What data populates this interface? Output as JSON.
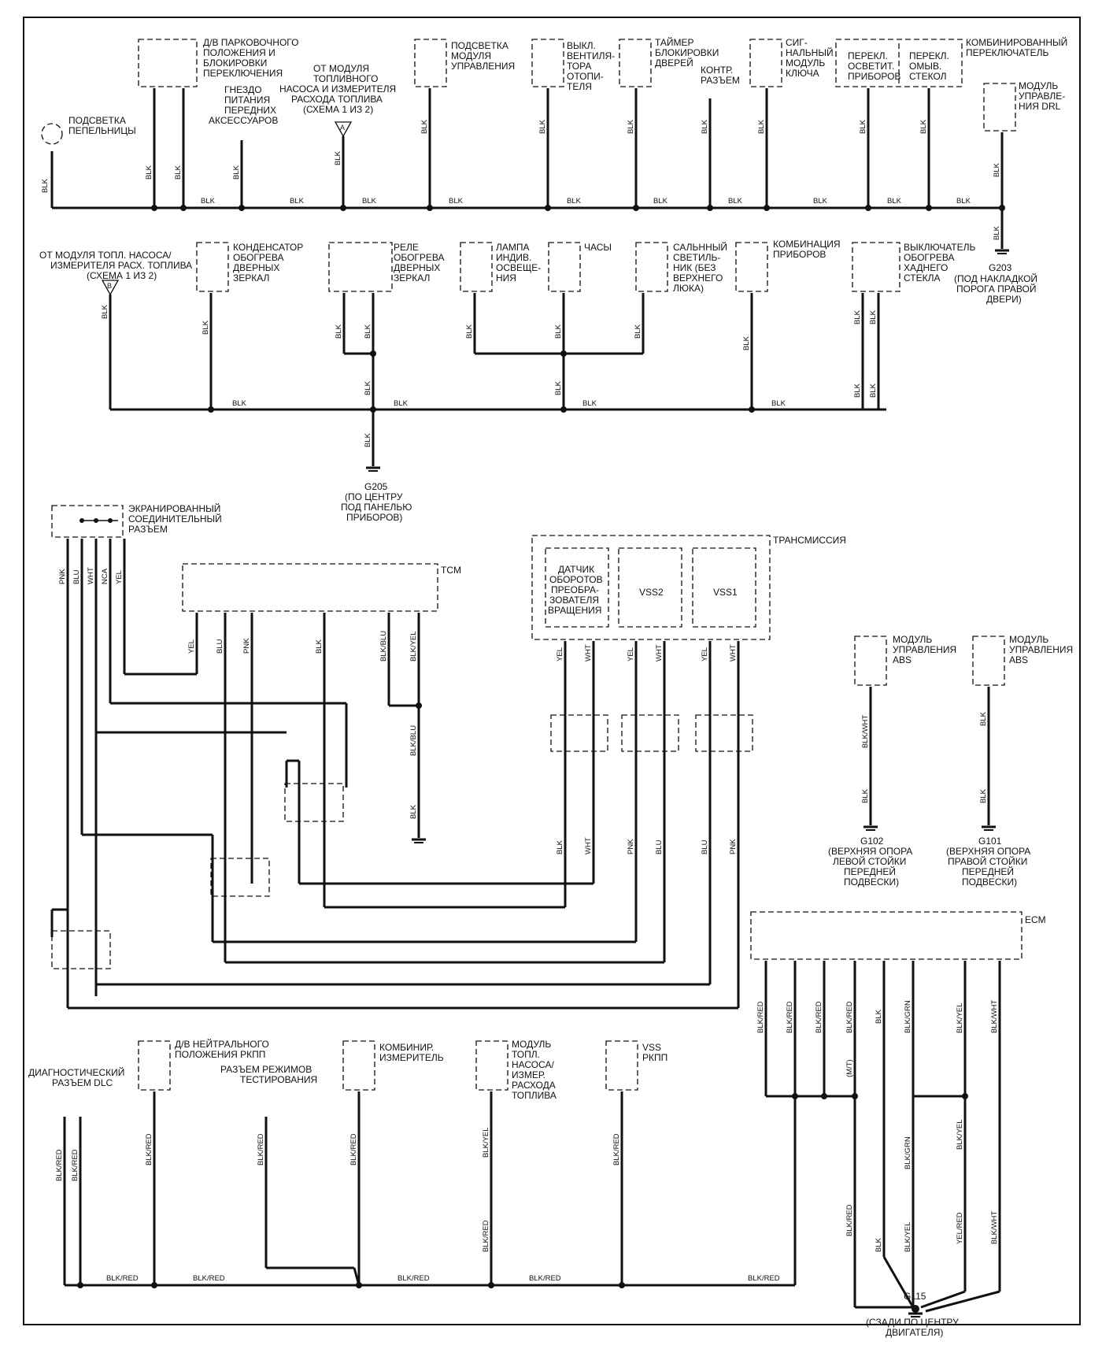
{
  "wire": {
    "blk": "BLK",
    "blk_red": "BLK/RED",
    "blk_yel": "BLK/YEL",
    "blk_blu": "BLK/BLU",
    "blk_wht": "BLK/WHT",
    "blk_grn": "BLK/GRN",
    "yel": "YEL",
    "wht": "WHT",
    "pnk": "PNK",
    "blu": "BLU",
    "nca": "NCA",
    "yel_red": "YEL/RED",
    "mt": "(M/T)"
  },
  "top": {
    "ashtray": [
      "ПОДСВЕТКА",
      "ПЕПЕЛЬНИЦЫ"
    ],
    "park_sw": [
      "Д/В ПАРКОВОЧНОГО",
      "ПОЛОЖЕНИЯ И",
      "БЛОКИРОВКИ",
      "ПЕРЕКЛЮЧЕНИЯ"
    ],
    "socket": [
      "ГНЕЗДО",
      "ПИТАНИЯ",
      "ПЕРЕДНИХ",
      "АКСЕССУАРОВ"
    ],
    "fuel_mod": [
      "ОТ МОДУЛЯ",
      "ТОПЛИВНОГО",
      "НАСОСА И ИЗМЕРИТЕЛЯ",
      "РАСХОДА ТОПЛИВА",
      "(СХЕМА 1 ИЗ 2)"
    ],
    "ctrl_mod": [
      "ПОДСВЕТКА",
      "МОДУЛЯ",
      "УПРАВЛЕНИЯ"
    ],
    "heater_sw": [
      "ВЫКЛ.",
      "ВЕНТИЛЯ-",
      "ТОРА",
      "ОТОПИ-",
      "ТЕЛЯ"
    ],
    "door_timer": [
      "ТАЙМЕР",
      "БЛОКИРОВКИ",
      "ДВЕРЕЙ"
    ],
    "test_conn": [
      "КОНТР.",
      "РАЗЪЕМ"
    ],
    "key_mod": [
      "СИГ-",
      "НАЛЬНЫЙ",
      "МОДУЛЬ",
      "КЛЮЧА"
    ],
    "combo_sw": [
      "КОМБИНИРОВАННЫЙ",
      "ПЕРЕКЛЮЧАТЕЛЬ"
    ],
    "dimmer": [
      "ПЕРЕКЛ.",
      "ОСВЕТИТ.",
      "ПРИБОРОВ"
    ],
    "washer": [
      "ПЕРЕКЛ.",
      "ОМЫВ.",
      "СТЕКОЛ"
    ],
    "drl": [
      "МОДУЛЬ",
      "УПРАВЛЕ-",
      "НИЯ DRL"
    ],
    "g203": [
      "G203",
      "(ПОД НАКЛАДКОЙ",
      "ПОРОГА ПРАВОЙ",
      "ДВЕРИ)"
    ]
  },
  "mid": {
    "fuel_mod2": [
      "ОТ МОДУЛЯ ТОПЛ. НАСОСА/",
      "ИЗМЕРИТЕЛЯ РАСХ. ТОПЛИВА",
      "(СХЕМА 1 ИЗ 2)"
    ],
    "mirror_cap": [
      "КОНДЕНСАТОР",
      "ОБОГРЕВА",
      "ДВЕРНЫХ",
      "ЗЕРКАЛ"
    ],
    "mirror_relay": [
      "РЕЛЕ",
      "ОБОГРЕВА",
      "ДВЕРНЫХ",
      "ЗЕРКАЛ"
    ],
    "lamp": [
      "ЛАМПА",
      "ИНДИВ.",
      "ОСВЕЩЕ-",
      "НИЯ"
    ],
    "clock": [
      "ЧАСЫ"
    ],
    "dome": [
      "САЛЬННЫЙ",
      "СВЕТИЛЬ-",
      "НИК (БЕЗ",
      "ВЕРХНЕГО",
      "ЛЮКА)"
    ],
    "cluster": [
      "КОМБИНАЦИЯ",
      "ПРИБОРОВ"
    ],
    "defog": [
      "ВЫКЛЮЧАТЕЛЬ",
      "ОБОГРЕВА",
      "ХАДНЕГО",
      "СТЕКЛА"
    ],
    "g205": [
      "G205",
      "(ПО ЦЕНТРУ",
      "ПОД ПАНЕЛЬЮ",
      "ПРИБОРОВ)"
    ]
  },
  "trans": {
    "shield": [
      "ЭКРАНИРОВАННЫЙ",
      "СОЕДИНИТЕЛЬНЫЙ",
      "РАЗЪЕМ"
    ],
    "tcm": "TCM",
    "trans": "ТРАНСМИССИЯ",
    "ts_sensor": [
      "ДАТЧИК",
      "ОБОРОТОВ",
      "ПРЕОБРА-",
      "ЗОВАТЕЛЯ",
      "ВРАЩЕНИЯ"
    ],
    "vss2": "VSS2",
    "vss1": "VSS1",
    "abs_l": [
      "МОДУЛЬ",
      "УПРАВЛЕНИЯ",
      "ABS"
    ],
    "abs_r": [
      "МОДУЛЬ",
      "УПРАВЛЕНИЯ",
      "ABS"
    ],
    "g102": [
      "G102",
      "(ВЕРХНЯЯ ОПОРА",
      "ЛЕВОЙ СТОЙКИ",
      "ПЕРЕДНЕЙ",
      "ПОДВЕСКИ)"
    ],
    "g101": [
      "G101",
      "(ВЕРХНЯЯ ОПОРА",
      "ПРАВОЙ СТОЙКИ",
      "ПЕРЕДНЕЙ",
      "ПОДВЕСКИ)"
    ],
    "ecm": "ECM"
  },
  "bot": {
    "dlc": [
      "ДИАГНОСТИЧЕСКИЙ",
      "РАЗЪЕМ DLC"
    ],
    "neutral": [
      "Д/В НЕЙТРАЛЬНОГО",
      "ПОЛОЖЕНИЯ РКПП"
    ],
    "test_mode": [
      "РАЗЪЕМ РЕЖИМОВ",
      "ТЕСТИРОВАНИЯ"
    ],
    "gauge": [
      "КОМБИНИР.",
      "ИЗМЕРИТЕЛЬ"
    ],
    "fuel_pump": [
      "МОДУЛЬ",
      "ТОПЛ.",
      "НАСОСА/",
      "ИЗМЕР.",
      "РАСХОДА",
      "ТОПЛИВА"
    ],
    "vss_mt": [
      "VSS",
      "РКПП"
    ],
    "g115": [
      "G115",
      "(СЗАДИ ПО ЦЕНТРУ",
      "ДВИГАТЕЛЯ)"
    ]
  }
}
